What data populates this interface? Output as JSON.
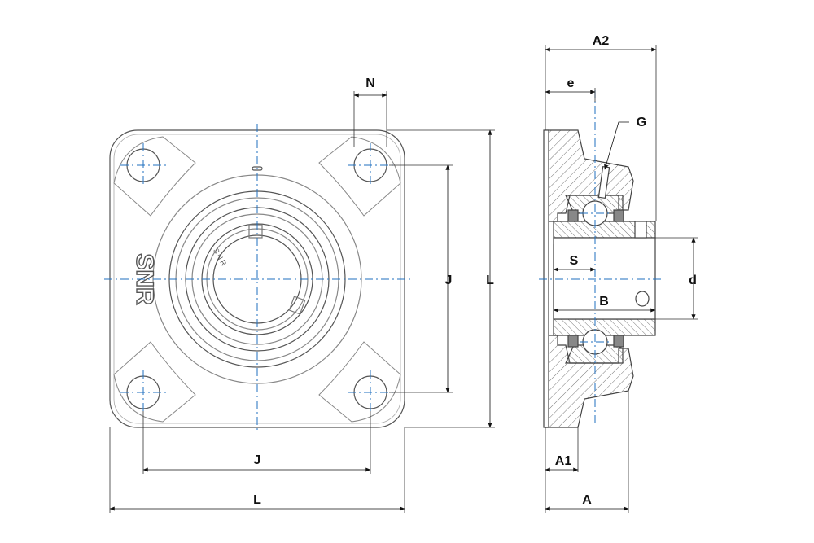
{
  "front_view": {
    "brand_logo": "SNR",
    "brand_inner": "SNR",
    "dims": {
      "N": "N",
      "J_horizontal": "J",
      "L_horizontal": "L",
      "J_vertical": "J",
      "L_vertical": "L"
    }
  },
  "side_view": {
    "dims": {
      "A2": "A2",
      "e": "e",
      "G": "G",
      "S": "S",
      "d": "d",
      "B": "B",
      "A1": "A1",
      "A": "A"
    }
  },
  "colors": {
    "line": "#555555",
    "axis": "#1f6fbf",
    "dim": "#111111",
    "hatch": "#666666"
  }
}
